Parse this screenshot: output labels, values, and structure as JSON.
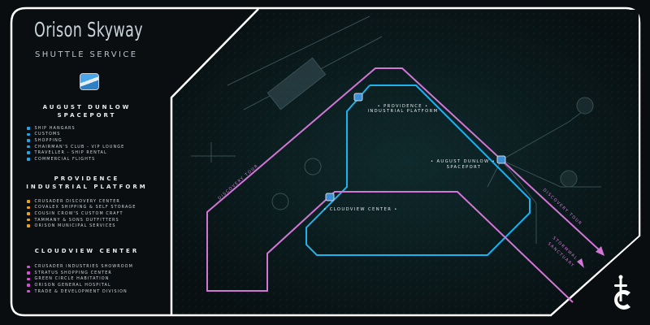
{
  "header": {
    "title": "Orison Skyway",
    "subtitle": "SHUTTLE SERVICE",
    "brand_icon": "skyway-shuttle-icon"
  },
  "colors": {
    "spaceport": "#1ea6e8",
    "providence": "#e8a317",
    "cloudview": "#d84fd2",
    "blue_route": "#1cb4ee",
    "pink_route": "#d276d6",
    "frame": "#ffffff",
    "background": "#0a0d10"
  },
  "sections": [
    {
      "heading": [
        "AUGUST DUNLOW",
        "SPACEPORT"
      ],
      "items": [
        "SHIP HANGARS",
        "CUSTOMS",
        "SHOPPING",
        "CHAIRMAN'S CLUB - VIP LOUNGE",
        "TRAVELLER - SHIP RENTAL",
        "COMMERCIAL FLIGHTS"
      ]
    },
    {
      "heading": [
        "PROVIDENCE",
        "INDUSTRIAL PLATFORM"
      ],
      "items": [
        "CRUSADER DISCOVERY CENTER",
        "COVALEX SHIPPING & SELF STORAGE",
        "COUSIN CROW'S CUSTOM CRAFT",
        "TAMMANY & SONS OUTFITTERS",
        "ORISON MUNICIPAL SERVICES"
      ]
    },
    {
      "heading": [
        "CLOUDVIEW CENTER",
        ""
      ],
      "items": [
        "CRUSADER INDUSTRIES SHOWROOM",
        "STRATUS SHOPPING CENTER",
        "GREEN CIRCLE HABITATION",
        "ORISON GENERAL HOSPITAL",
        "TRADE & DEVELOPMENT DIVISION"
      ]
    }
  ],
  "map": {
    "stations": [
      {
        "line1": "• PROVIDENCE •",
        "line2": "INDUSTRIAL PLATFORM"
      },
      {
        "line1": "• AUGUST DUNLOW •",
        "line2": "SPACEPORT"
      },
      {
        "line1": "• CLOUDVIEW CENTER •",
        "line2": ""
      }
    ],
    "route_labels": {
      "discovery_tour": "DISCOVERY TOUR",
      "stormwal": "STORMWAL",
      "sanctuary": "SANCTUARY"
    }
  },
  "footer": {
    "logo": "Crusader Industries"
  }
}
